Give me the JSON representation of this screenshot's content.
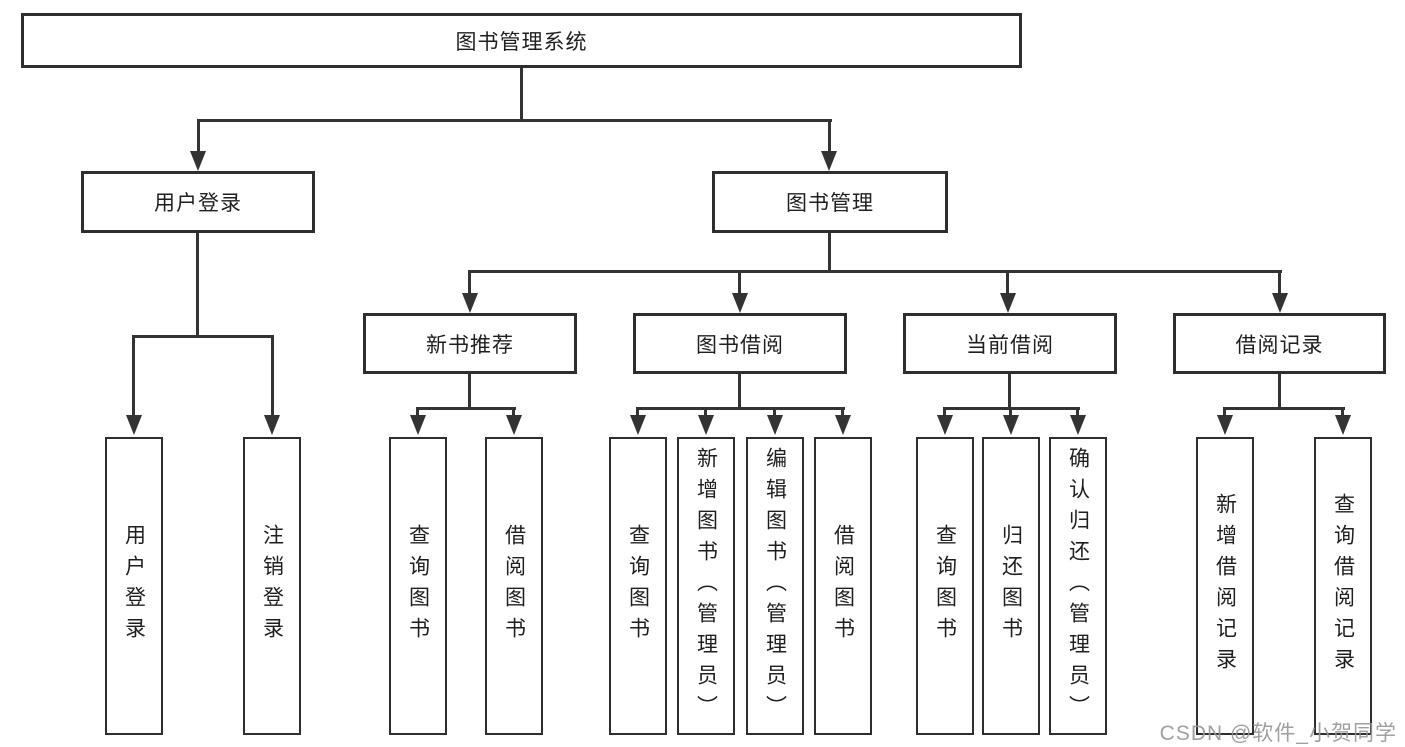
{
  "tree": {
    "label": "图书管理系统",
    "children": [
      {
        "label": "用户登录",
        "children": [
          {
            "label": "用户登录"
          },
          {
            "label": "注销登录"
          }
        ]
      },
      {
        "label": "图书管理",
        "children": [
          {
            "label": "新书推荐",
            "children": [
              {
                "label": "查询图书"
              },
              {
                "label": "借阅图书"
              }
            ]
          },
          {
            "label": "图书借阅",
            "children": [
              {
                "label": "查询图书"
              },
              {
                "label": "新增图书（管理员）"
              },
              {
                "label": "编辑图书（管理员）"
              },
              {
                "label": "借阅图书"
              }
            ]
          },
          {
            "label": "当前借阅",
            "children": [
              {
                "label": "查询图书"
              },
              {
                "label": "归还图书"
              },
              {
                "label": "确认归还（管理员）"
              }
            ]
          },
          {
            "label": "借阅记录",
            "children": [
              {
                "label": "新增借阅记录"
              },
              {
                "label": "查询借阅记录"
              }
            ]
          }
        ]
      }
    ]
  },
  "watermark": {
    "text": "CSDN @软件_小贺同学"
  },
  "colors": {
    "line": "#333333",
    "text": "#1f1f1f",
    "watermark": "#989898",
    "background": "#ffffff"
  }
}
